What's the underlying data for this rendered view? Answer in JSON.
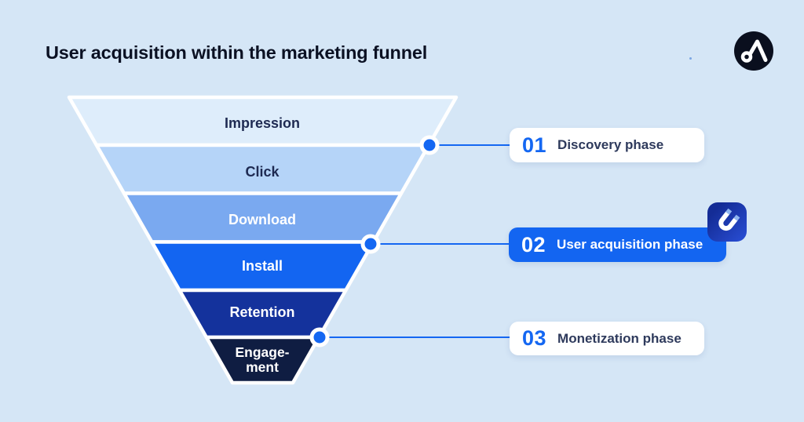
{
  "title": "User acquisition within the marketing funnel",
  "logo": {
    "name": "adjust-logo"
  },
  "funnel": {
    "levels": [
      {
        "label": "Impression",
        "color": "#DEEDFB",
        "text_color": "#1E2A52"
      },
      {
        "label": "Click",
        "color": "#B5D4F8",
        "text_color": "#1E2A52"
      },
      {
        "label": "Download",
        "color": "#7AA9F0",
        "text_color": "#FFFFFF"
      },
      {
        "label": "Install",
        "color": "#1365F1",
        "text_color": "#FFFFFF"
      },
      {
        "label": "Retention",
        "color": "#14329C",
        "text_color": "#FFFFFF"
      },
      {
        "label": "Engagement",
        "lines": [
          "Engage-",
          "ment"
        ],
        "color": "#0F1D42",
        "text_color": "#FFFFFF"
      }
    ]
  },
  "phases": [
    {
      "number": "01",
      "label": "Discovery phase"
    },
    {
      "number": "02",
      "label": "User acquisition phase"
    },
    {
      "number": "03",
      "label": "Monetization phase"
    }
  ],
  "colors": {
    "background": "#D5E6F6",
    "accent": "#1467F2",
    "title_text": "#0B1123",
    "navy_text": "#1E2A52",
    "box_label_text": "#2E3A5C",
    "white": "#FFFFFF",
    "magnet_tile_dark": "#142C96",
    "magnet_tile_light": "#2B51DA",
    "magnet_tip": "#8FB5F0",
    "logo_circle": "#0A0F1E"
  },
  "icons": {
    "magnet": "magnet-icon",
    "logo": "adjust-a-icon"
  }
}
